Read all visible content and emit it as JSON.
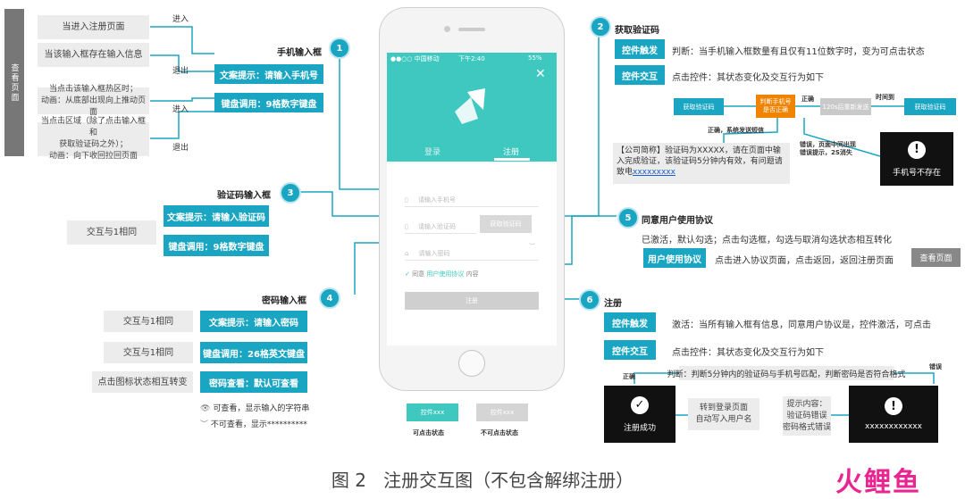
{
  "side_tab": "查看页面",
  "left": {
    "enter_page": "当进入注册页面",
    "has_info": "当该输入框存在输入信息",
    "enter1": "进入",
    "exit1": "退出",
    "hot_area": "当点击该输入框热区时；\n动画：从底部出现向上推动页面",
    "click_area": "当点击区域（除了点击输入框和\n获取验证码之外）；\n动画：向下收回拉回页面",
    "enter2": "进入",
    "exit2": "退出",
    "same1": "交互与1相同",
    "same2": "交互与1相同",
    "same3": "交互与1相同",
    "toggle_icon": "点击图标状态相互转变"
  },
  "sections": {
    "phone_input": "手机输入框",
    "code_input": "验证码输入框",
    "password_input": "密码输入框",
    "get_code": "获取验证码",
    "agreement": "同意用户使用协议",
    "register": "注册"
  },
  "blue": {
    "phone_hint": "文案提示：请输入手机号",
    "phone_kb": "键盘调用：9格数字键盘",
    "code_hint": "文案提示：请输入验证码",
    "code_kb": "键盘调用：9格数字键盘",
    "pwd_hint": "文案提示：请输入密码",
    "pwd_kb": "键盘调用：26格英文键盘",
    "pwd_view": "密码查看：默认可查看",
    "trigger": "控件触发",
    "interact": "控件交互",
    "user_agreement": "用户使用协议",
    "trigger2": "控件触发",
    "interact2": "控件交互"
  },
  "right": {
    "judge_phone": "判断：当手机输入框数量有且仅有11位数字时，变为可点击状态",
    "click_change": "点击控件：其状态变化及交互行为如下",
    "flow_get": "获取验证码",
    "flow_judge": "判断手机号\n是否正确",
    "flow_correct": "正确",
    "flow_countdown": "120s后重新发送",
    "flow_time": "时间到",
    "flow_get2": "获取验证码",
    "flow_send": "正确，系统发送短信",
    "flow_error": "错误，页面中间出现\n错误提示，2S消失",
    "sms_text": "【公司简称】验证码为XXXXX，请在页面中输入完成验证，该验证码5分钟内有效，有问题请致电",
    "sms_link": "xxxxxxxxx",
    "not_exist": "手机号不存在",
    "activated": "已激活，默认勾选；点击勾选框，勾选与取消勾选状态相互转化",
    "agreement_click": "点击进入协议页面，点击返回，返回注册页面",
    "view_page": "查看页面",
    "activate_when": "激活：当所有输入框有信息，同意用户协议是，控件激活，可点击",
    "click_change2": "点击控件：其状态变化及交互行为如下",
    "judge_code": "判断：判断5分钟内的验证码与手机号匹配，判断密码是否符合格式",
    "correct": "正确",
    "wrong": "错误",
    "reg_success": "注册成功",
    "to_login": "转到登录页面\n自动写入用户名",
    "hint_content": "提示内容：\n验证码错误\n密码格式错误",
    "x_text": "xxxxxxxxxxxx"
  },
  "legend": {
    "visible": "可查看，显示输入的字符串",
    "hidden": "不可查看，显示**********"
  },
  "phone": {
    "status_left": "●●○○ 中国移动",
    "status_time": "下午2:40",
    "status_right": "55%",
    "tab_login": "登录",
    "tab_register": "注册",
    "ph_phone": "请输入手机号",
    "ph_code": "请输入验证码",
    "btn_code": "获取验证码",
    "ph_pwd": "请输入密码",
    "agree_pre": "同意",
    "agree_link": "用户使用协议",
    "agree_post": "内容",
    "btn_register": "注册"
  },
  "buttons_demo": {
    "active_label": "控件xxx",
    "active_caption": "可点击状态",
    "inactive_label": "控件xxx",
    "inactive_caption": "不可点击状态"
  },
  "caption": "图 2   注册交互图（不包含解绑注册）",
  "watermark": "火鲤鱼",
  "colors": {
    "accent": "#1aa6c2",
    "teal": "#3ec8c0",
    "orange": "#f08300"
  }
}
